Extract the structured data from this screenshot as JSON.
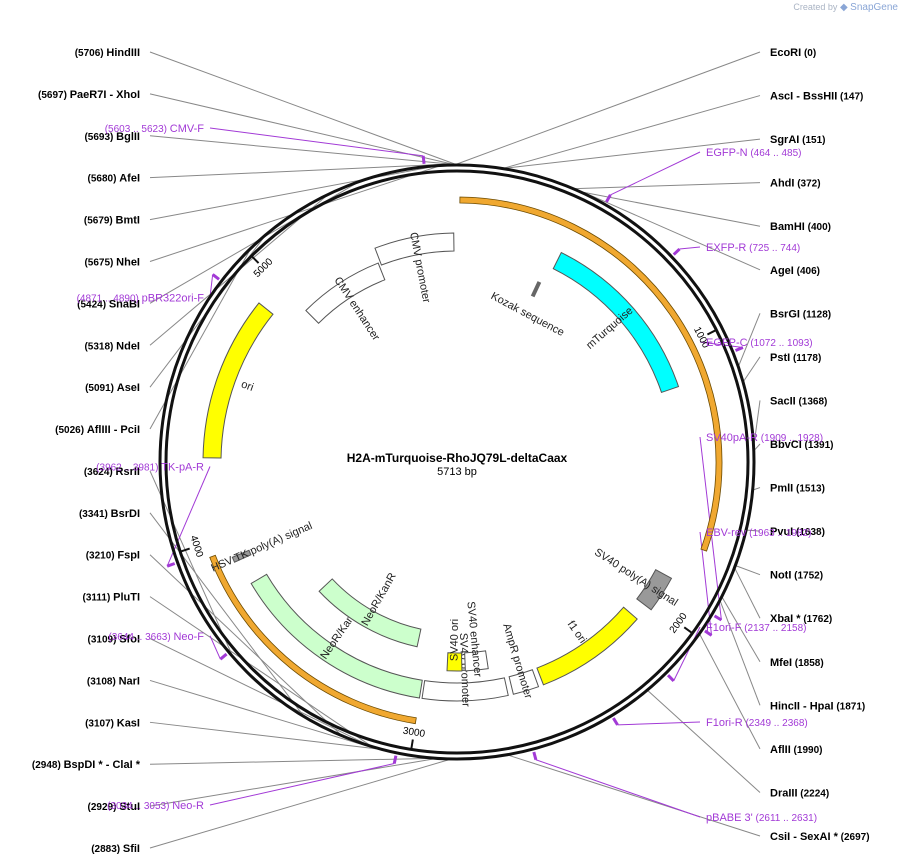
{
  "brand": {
    "created_by": "Created by",
    "name": "SnapGene"
  },
  "plasmid": {
    "name": "H2A-mTurquoise-RhoJQ79L-deltaCaax",
    "size_label": "5713 bp",
    "length": 5713
  },
  "ticks": [
    {
      "bp": 1000,
      "label": "1000"
    },
    {
      "bp": 2000,
      "label": "2000"
    },
    {
      "bp": 3000,
      "label": "3000"
    },
    {
      "bp": 4000,
      "label": "4000"
    },
    {
      "bp": 5000,
      "label": "5000"
    }
  ],
  "enzymes_right": [
    {
      "name": "EcoRI",
      "pos": "(0)",
      "bp": 0
    },
    {
      "name": "AscI",
      "name2": "BssHII",
      "pos": "(147)",
      "bp": 147
    },
    {
      "name": "SgrAI",
      "pos": "(151)",
      "bp": 151
    },
    {
      "name": "AhdI",
      "pos": "(372)",
      "bp": 372
    },
    {
      "name": "BamHI",
      "pos": "(400)",
      "bp": 400
    },
    {
      "name": "AgeI",
      "pos": "(406)",
      "bp": 406
    },
    {
      "name": "BsrGI",
      "pos": "(1128)",
      "bp": 1128
    },
    {
      "name": "PstI",
      "pos": "(1178)",
      "bp": 1178
    },
    {
      "name": "SacII",
      "pos": "(1368)",
      "bp": 1368
    },
    {
      "name": "BbvCI",
      "pos": "(1391)",
      "bp": 1391
    },
    {
      "name": "PmlI",
      "pos": "(1513)",
      "bp": 1513
    },
    {
      "name": "PvuI",
      "pos": "(1638)",
      "bp": 1638
    },
    {
      "name": "NotI",
      "pos": "(1752)",
      "bp": 1752
    },
    {
      "name": "XbaI *",
      "pos": "(1762)",
      "bp": 1762
    },
    {
      "name": "MfeI",
      "pos": "(1858)",
      "bp": 1858
    },
    {
      "name": "HincII",
      "name2": "HpaI",
      "pos": "(1871)",
      "bp": 1871
    },
    {
      "name": "AflII",
      "pos": "(1990)",
      "bp": 1990
    },
    {
      "name": "DraIII",
      "pos": "(2224)",
      "bp": 2224
    },
    {
      "name": "CsiI",
      "name2": "SexAI *",
      "pos": "(2697)",
      "bp": 2697
    }
  ],
  "enzymes_left": [
    {
      "name": "SfiI",
      "pos": "(2883)",
      "bp": 2883
    },
    {
      "name": "StuI",
      "pos": "(2929)",
      "bp": 2929
    },
    {
      "name": "BspDI *",
      "name2": "ClaI *",
      "pos": "(2948)",
      "bp": 2948
    },
    {
      "name": "KasI",
      "pos": "(3107)",
      "bp": 3107
    },
    {
      "name": "NarI",
      "pos": "(3108)",
      "bp": 3108
    },
    {
      "name": "SfoI",
      "pos": "(3109)",
      "bp": 3109
    },
    {
      "name": "PluTI",
      "pos": "(3111)",
      "bp": 3111
    },
    {
      "name": "FspI",
      "pos": "(3210)",
      "bp": 3210
    },
    {
      "name": "BsrDI",
      "pos": "(3341)",
      "bp": 3341
    },
    {
      "name": "RsrII",
      "pos": "(3624)",
      "bp": 3624
    },
    {
      "name": "AflIII",
      "name2": "PciI",
      "pos": "(5026)",
      "bp": 5026
    },
    {
      "name": "AseI",
      "pos": "(5091)",
      "bp": 5091
    },
    {
      "name": "NdeI",
      "pos": "(5318)",
      "bp": 5318
    },
    {
      "name": "SnaBI",
      "pos": "(5424)",
      "bp": 5424
    },
    {
      "name": "NheI",
      "pos": "(5675)",
      "bp": 5675
    },
    {
      "name": "BmtI",
      "pos": "(5679)",
      "bp": 5679
    },
    {
      "name": "AfeI",
      "pos": "(5680)",
      "bp": 5680
    },
    {
      "name": "BglII",
      "pos": "(5693)",
      "bp": 5693
    },
    {
      "name": "PaeR7I",
      "name2": "XhoI",
      "pos": "(5697)",
      "bp": 5697
    },
    {
      "name": "HindIII",
      "pos": "(5706)",
      "bp": 5706
    }
  ],
  "primers_right": [
    {
      "name": "EGFP-N",
      "pos": "(464 .. 485)",
      "bp": 474
    },
    {
      "name": "EXFP-R",
      "pos": "(725 .. 744)",
      "bp": 734
    },
    {
      "name": "EGFP-C",
      "pos": "(1072 .. 1093)",
      "bp": 1082
    },
    {
      "name": "SV40pA-R",
      "pos": "(1909 .. 1928)",
      "bp": 1918
    },
    {
      "name": "EBV-rev",
      "pos": "(1963 .. 1982)",
      "bp": 1972
    },
    {
      "name": "F1ori-F",
      "pos": "(2137 .. 2158)",
      "bp": 2147
    },
    {
      "name": "F1ori-R",
      "pos": "(2349 .. 2368)",
      "bp": 2358
    },
    {
      "name": "pBABE 3'",
      "pos": "(2611 .. 2631)",
      "bp": 2621
    }
  ],
  "primers_left": [
    {
      "name": "Neo-R",
      "pos": "(3034 .. 3053)",
      "bp": 3043
    },
    {
      "name": "Neo-F",
      "pos": "(3644 .. 3663)",
      "bp": 3653
    },
    {
      "name": "TK-pA-R",
      "pos": "(3962 .. 3981)",
      "bp": 3971
    },
    {
      "name": "pBR322ori-F",
      "pos": "(4871 .. 4890)",
      "bp": 4880
    },
    {
      "name": "CMV-F",
      "pos": "(5603 .. 5623)",
      "bp": 5613
    }
  ],
  "features": [
    {
      "name": "CMV promoter",
      "label": "CMV promoter",
      "start": 5380,
      "end": 5700,
      "color": "#ffffff",
      "r": 220
    },
    {
      "name": "CMV enhancer",
      "label": "CMV enhancer",
      "start": 5000,
      "end": 5370,
      "color": "#ffffff",
      "r": 205
    },
    {
      "name": "mTurquoise",
      "label": "mTurquoise",
      "start": 420,
      "end": 1130,
      "color": "#00ffff",
      "r": 225
    },
    {
      "name": "ori",
      "label": "ori",
      "start": 4300,
      "end": 4900,
      "color": "#ffff00",
      "r": 245
    },
    {
      "name": "SV40 poly(A) signal",
      "label": "SV40 poly(A) signal",
      "start": 1880,
      "end": 2020,
      "color": "#999999",
      "r": 235
    },
    {
      "name": "f1 ori",
      "label": "f1 ori",
      "start": 2080,
      "end": 2520,
      "color": "#ffff00",
      "r": 230
    },
    {
      "name": "AmpR promoter",
      "label": "AmpR promoter",
      "start": 2540,
      "end": 2640,
      "color": "#ffffff",
      "r": 230
    },
    {
      "name": "SV40 promoter",
      "label": "SV40 promoter",
      "start": 2660,
      "end": 2990,
      "color": "#ffffff",
      "r": 230
    },
    {
      "name": "SV40 enhancer",
      "label": "SV40 enhancer",
      "start": 2720,
      "end": 2820,
      "color": "#ffffff",
      "r": 200
    },
    {
      "name": "SV40 ori",
      "label": "SV40 ori",
      "start": 2835,
      "end": 2900,
      "color": "#ffff00",
      "r": 200
    },
    {
      "name": "NeoR/KanR outer",
      "label": "NeoR/KanR",
      "start": 3000,
      "end": 3800,
      "color": "#ccffcc",
      "r": 230
    },
    {
      "name": "NeoR/KanR inner",
      "label": "NeoR/KanR",
      "start": 3050,
      "end": 3600,
      "color": "#ccffcc",
      "r": 180
    },
    {
      "name": "HSV TK poly(A) signal",
      "label": "HSV TK poly(A) signal",
      "start": 3900,
      "end": 3920,
      "color": "#999999",
      "r": 235
    }
  ],
  "orfs": [
    {
      "name": "orf-1",
      "start": 10,
      "end": 1740,
      "color": "#f0a830",
      "r": 262
    },
    {
      "name": "orf-2",
      "start": 3000,
      "end": 3950,
      "color": "#f0a830",
      "r": 262
    }
  ],
  "kozak": {
    "label": "Kozak sequence",
    "bp": 390
  }
}
